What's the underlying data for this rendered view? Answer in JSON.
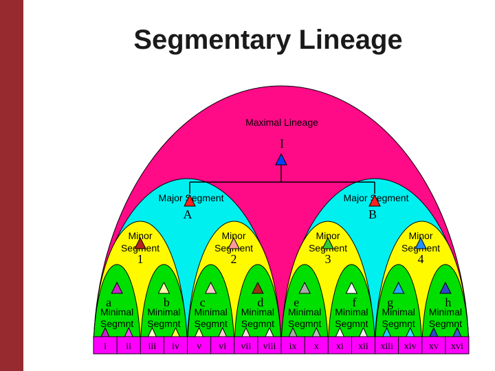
{
  "page": {
    "title": "Segmentary Lineage"
  },
  "colors": {
    "bar": "#962a2e",
    "maximal": "#ff0a87",
    "major": "#00f0f0",
    "minor": "#fffa00",
    "minimal": "#00e000",
    "bottom": "#ff00ff",
    "triangle_maximal": "#0040ff",
    "triangle_major": "#ff2020"
  },
  "maximal": {
    "label": "Maximal Lineage",
    "id": "I"
  },
  "major": [
    {
      "label": "Major Segment",
      "id": "A"
    },
    {
      "label": "Major Segment",
      "id": "B"
    }
  ],
  "minor": [
    {
      "line1": "Minor",
      "line2": "Segment",
      "id": "1",
      "color": "#b82020"
    },
    {
      "line1": "Minor",
      "line2": "Segment",
      "id": "2",
      "color": "#ff9999"
    },
    {
      "line1": "Minor",
      "line2": "Segment",
      "id": "3",
      "color": "#33cc33"
    },
    {
      "line1": "Minor",
      "line2": "Segment",
      "id": "4",
      "color": "#2090ff"
    }
  ],
  "minimal": [
    {
      "id": "a",
      "line1": "Minimal",
      "line2": "Segmnt",
      "color": "#cc22cc"
    },
    {
      "id": "b",
      "line1": "Minimal",
      "line2": "Segmnt",
      "color": "#ffffaa"
    },
    {
      "id": "c",
      "line1": "Minimal",
      "line2": "Segmnt",
      "color": "#ffcccc"
    },
    {
      "id": "d",
      "line1": "Minimal",
      "line2": "Segmnt",
      "color": "#993311"
    },
    {
      "id": "e",
      "line1": "Minimal",
      "line2": "Segmnt",
      "color": "#aaaaaa"
    },
    {
      "id": "f",
      "line1": "Minimal",
      "line2": "Segmnt",
      "color": "#ffffff"
    },
    {
      "id": "g",
      "line1": "Minimal",
      "line2": "Segmnt",
      "color": "#22aaff"
    },
    {
      "id": "h",
      "line1": "Minimal",
      "line2": "Segmnt",
      "color": "#3344cc"
    }
  ],
  "lineages": [
    {
      "id": "i",
      "color": "#cc22cc"
    },
    {
      "id": "ii",
      "color": "#ff44ff"
    },
    {
      "id": "iii",
      "color": "#ffffcc"
    },
    {
      "id": "iv",
      "color": "#ffff44"
    },
    {
      "id": "v",
      "color": "#ffffaa"
    },
    {
      "id": "vi",
      "color": "#ffcccc"
    },
    {
      "id": "vii",
      "color": "#ffdddd"
    },
    {
      "id": "viii",
      "color": "#ffeeee"
    },
    {
      "id": "ix",
      "color": "#aaaaaa"
    },
    {
      "id": "x",
      "color": "#bbbbbb"
    },
    {
      "id": "xi",
      "color": "#ffffff"
    },
    {
      "id": "xii",
      "color": "#eeeeee"
    },
    {
      "id": "xiii",
      "color": "#22ccff"
    },
    {
      "id": "xiv",
      "color": "#44ddff"
    },
    {
      "id": "xv",
      "color": "#3344cc"
    },
    {
      "id": "xvi",
      "color": "#4455dd"
    }
  ]
}
